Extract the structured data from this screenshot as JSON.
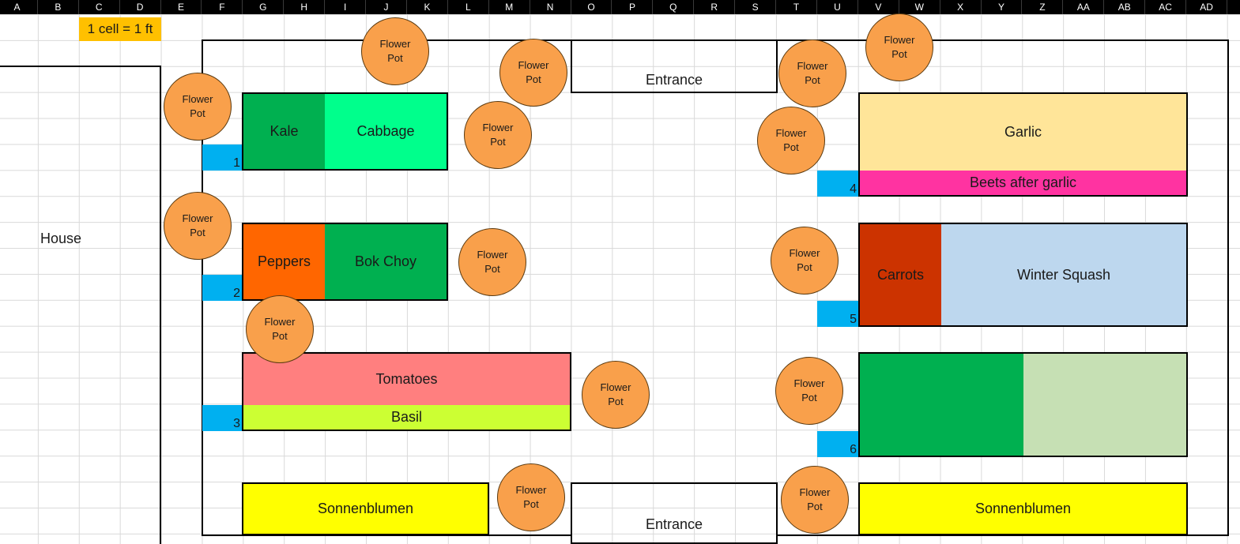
{
  "columns": [
    "A",
    "B",
    "C",
    "D",
    "E",
    "F",
    "G",
    "H",
    "I",
    "J",
    "K",
    "L",
    "M",
    "N",
    "O",
    "P",
    "Q",
    "R",
    "S",
    "T",
    "U",
    "V",
    "W",
    "X",
    "Y",
    "Z",
    "AA",
    "AB",
    "AC",
    "AD"
  ],
  "scale_note": "1 cell = 1 ft",
  "house_label": "House",
  "entrance_top": "Entrance",
  "entrance_bottom": "Entrance",
  "beds": {
    "kale": "Kale",
    "cabbage": "Cabbage",
    "peppers": "Peppers",
    "bokchoy": "Bok Choy",
    "tomatoes": "Tomatoes",
    "basil": "Basil",
    "sunflowers_left": "Sonnenblumen",
    "sunflowers_right": "Sonnenblumen",
    "garlic": "Garlic",
    "beets": "Beets after garlic",
    "carrots": "Carrots",
    "winter_squash": "Winter Squash"
  },
  "bed_numbers": [
    "1",
    "2",
    "3",
    "4",
    "5",
    "6"
  ],
  "flower_pot_label": "Flower\nPot",
  "colors": {
    "kale": "#00b050",
    "cabbage": "#00ff8c",
    "peppers": "#ff6600",
    "bokchoy": "#00b050",
    "tomatoes": "#ff7f7f",
    "basil": "#ccff33",
    "sunflowers": "#ffff00",
    "garlic": "#ffe599",
    "beets": "#ff33a1",
    "carrots": "#cc3300",
    "winter_squash": "#bdd7ee",
    "bed6_left": "#00b050",
    "bed6_right": "#c6e0b4",
    "number_tab": "#00b0f0",
    "flower_pot": "#f9a04b",
    "scale_note_bg": "#ffc000"
  }
}
